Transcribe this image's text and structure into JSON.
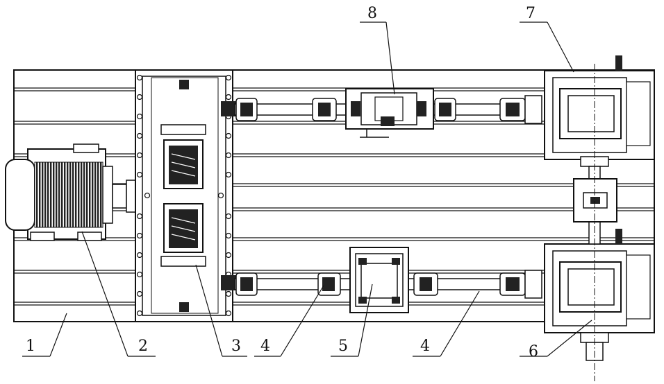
{
  "labels": {
    "l1": "1",
    "l2": "2",
    "l3": "3",
    "l4a": "4",
    "l5": "5",
    "l4b": "4",
    "l6": "6",
    "l7": "7",
    "l8": "8"
  },
  "colors": {
    "stroke": "#111111",
    "dark": "#222222",
    "background": "#ffffff"
  }
}
